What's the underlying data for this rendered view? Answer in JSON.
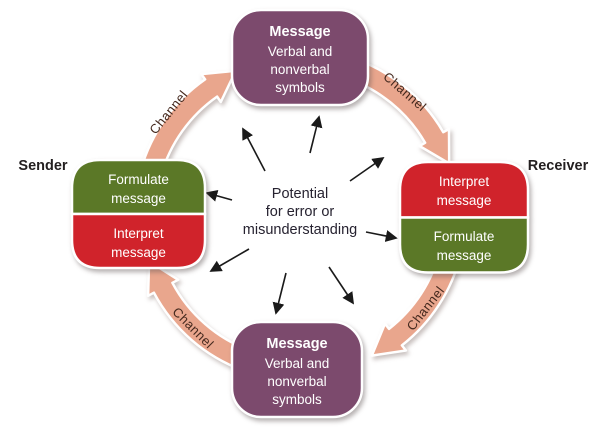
{
  "colors": {
    "purple": "#7C4A6D",
    "red": "#D0232B",
    "green": "#5B7827",
    "salmon": "#E9A68D",
    "channel-text": "#45291E",
    "dark-text": "#231F20",
    "center-text": "#262230",
    "ray": "#1A1A1A"
  },
  "labels": {
    "sender": "Sender",
    "receiver": "Receiver",
    "channel": "Channel"
  },
  "center": {
    "line1": "Potential",
    "line2": "for error or",
    "line3": "misunderstanding"
  },
  "message_box": {
    "title": "Message",
    "line1": "Verbal and",
    "line2": "nonverbal",
    "line3": "symbols"
  },
  "sender_box": {
    "top_line1": "Formulate",
    "top_line2": "message",
    "bottom_line1": "Interpret",
    "bottom_line2": "message"
  },
  "receiver_box": {
    "top_line1": "Interpret",
    "top_line2": "message",
    "bottom_line1": "Formulate",
    "bottom_line2": "message"
  }
}
